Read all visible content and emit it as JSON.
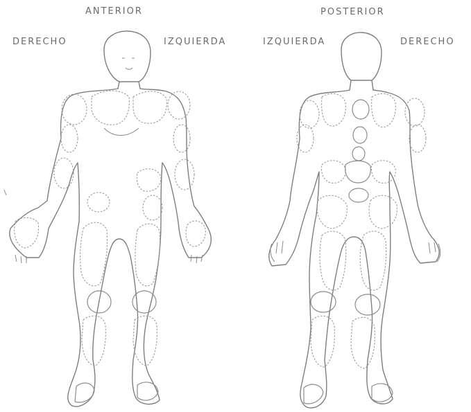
{
  "labels": {
    "anterior": "ANTERIOR",
    "posterior": "POSTERIOR",
    "derecho_front": "DERECHO",
    "izquierda_front": "IZQUIERDA",
    "izquierda_back": "IZQUIERDA",
    "derecho_back": "DERECHO"
  },
  "colors": {
    "line": "#7e7e7e",
    "text": "#6b6b6b",
    "background": "#ffffff"
  }
}
